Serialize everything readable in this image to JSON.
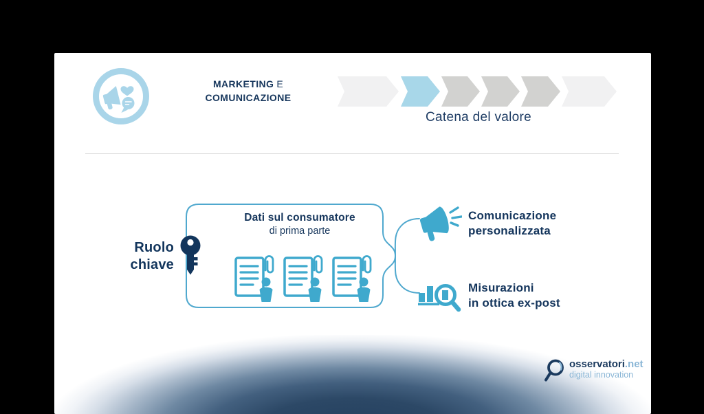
{
  "slide": {
    "background": "#ffffff",
    "frame_background": "#000000"
  },
  "palette": {
    "navy_text": "#16365c",
    "icon_blue": "#3fa9cd",
    "pale_badge_blue": "#a9d5e9",
    "chevron_active_blue": "#a8d7e9",
    "chevron_gray": "#d2d2d0",
    "chevron_light": "#f1f1f2",
    "connector_blue": "#4fa8ce",
    "divider_gray": "#dcdcdc",
    "logo_blue": "#8ab6d6",
    "logo_navy": "#1b3a5e"
  },
  "header": {
    "category": {
      "icon": "megaphone-heart-chat-icon",
      "line1_bold": "MARKETING",
      "line1_regular": "E",
      "line2": "COMUNICAZIONE"
    },
    "value_chain": {
      "label": "Catena del valore",
      "step_count": 6,
      "active_index": 1,
      "steps": [
        {
          "state": "light"
        },
        {
          "state": "active"
        },
        {
          "state": "gray"
        },
        {
          "state": "gray"
        },
        {
          "state": "gray"
        },
        {
          "state": "light"
        }
      ]
    }
  },
  "diagram": {
    "key_role": {
      "icon": "key-icon",
      "line1": "Ruolo",
      "line2": "chiave"
    },
    "box": {
      "title": "Dati sul consumatore",
      "subtitle": "di prima parte",
      "icon": "document-person-icon",
      "icon_count": 3
    },
    "outcomes": [
      {
        "icon": "megaphone-icon",
        "line1": "Comunicazione",
        "line2": "personalizzata"
      },
      {
        "icon": "bar-chart-magnifier-icon",
        "line1": "Misurazioni",
        "line2": "in ottica ex-post"
      }
    ]
  },
  "footer": {
    "logo": {
      "icon": "magnifier-icon",
      "brand": "osservatori",
      "brand_suffix": ".net",
      "tagline": "digital innovation"
    }
  }
}
